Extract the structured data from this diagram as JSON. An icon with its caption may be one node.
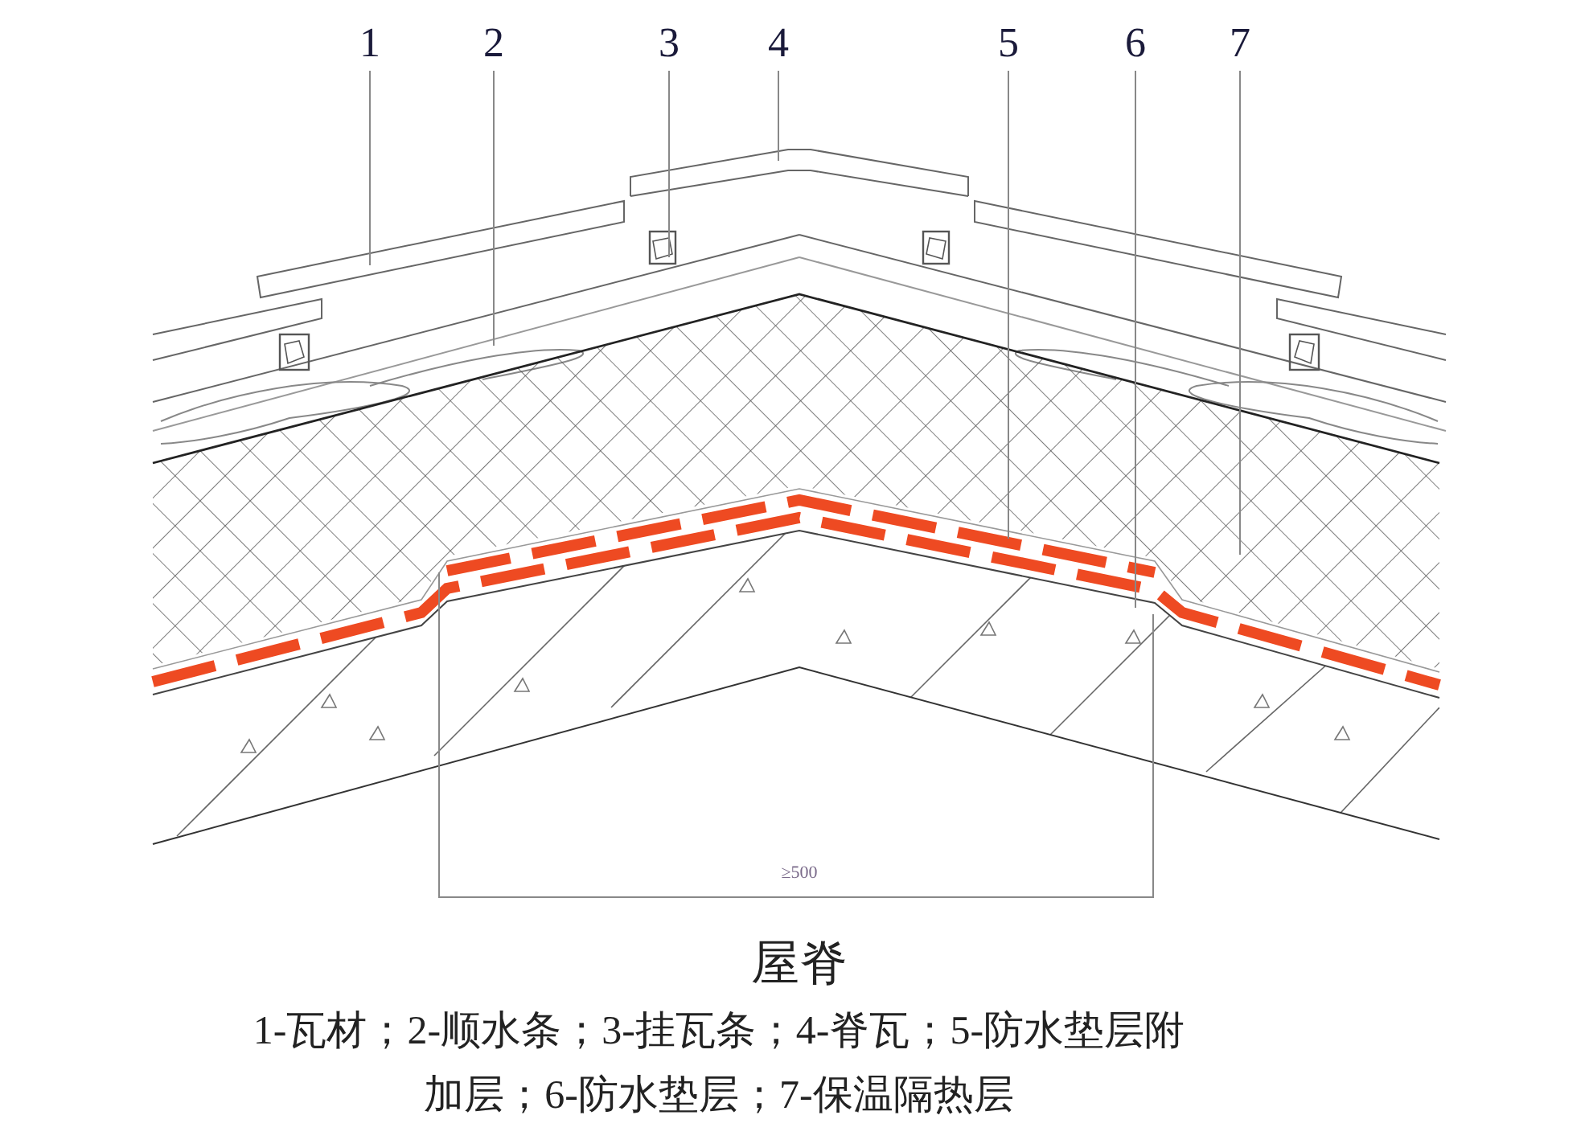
{
  "diagram": {
    "title": "屋脊",
    "caption": "1-瓦材；2-顺水条；3-挂瓦条；4-脊瓦；5-防水垫层附加层；6-防水垫层；7-保温隔热层",
    "nodes": [
      {
        "text": [
          "1"
        ]
      },
      {
        "text": [
          "2"
        ]
      },
      {
        "text": [
          "3"
        ]
      },
      {
        "text": [
          "4"
        ]
      },
      {
        "text": [
          "5"
        ]
      },
      {
        "text": [
          "6"
        ]
      },
      {
        "text": [
          "7"
        ]
      }
    ],
    "edges": [
      {
        "from": 0,
        "to": null,
        "arrow": "none"
      },
      {
        "from": 1,
        "to": null,
        "arrow": "none"
      },
      {
        "from": 2,
        "to": null,
        "arrow": "none"
      },
      {
        "from": 3,
        "to": null,
        "arrow": "none"
      },
      {
        "from": 4,
        "to": null,
        "arrow": "none"
      },
      {
        "from": 5,
        "to": null,
        "arrow": "none"
      },
      {
        "from": 6,
        "to": null,
        "arrow": "none"
      }
    ],
    "labels": [
      "≥500"
    ]
  }
}
